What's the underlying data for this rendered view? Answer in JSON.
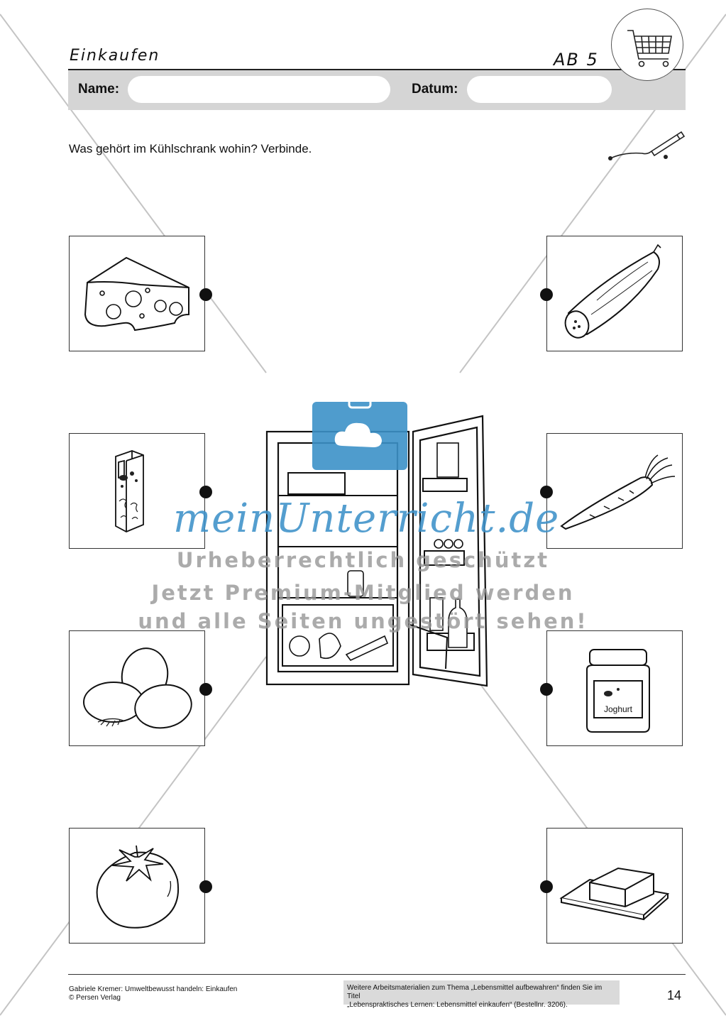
{
  "header": {
    "title": "Einkaufen",
    "sheet_label": "AB 5",
    "name_label": "Name:",
    "date_label": "Datum:",
    "name_value": "",
    "date_value": ""
  },
  "instruction": "Was gehört im Kühlschrank wohin? Verbinde.",
  "watermark": {
    "domain": "meinUnterricht.de",
    "line1": "Urheberrechtlich geschützt",
    "line2": "Jetzt Premium-Mitglied werden",
    "line3": "und alle Seiten ungestört sehen!",
    "color": "#3c91c8"
  },
  "items_left": [
    {
      "icon": "cheese-icon"
    },
    {
      "icon": "milk-carton-icon"
    },
    {
      "icon": "eggs-icon"
    },
    {
      "icon": "tomato-icon"
    }
  ],
  "items_right": [
    {
      "icon": "cucumber-icon"
    },
    {
      "icon": "carrot-icon"
    },
    {
      "icon": "yogurt-jar-icon",
      "label": "Joghurt"
    },
    {
      "icon": "butter-icon"
    }
  ],
  "fridge": {
    "icon": "open-fridge-icon"
  },
  "footer": {
    "author_line": "Gabriele Kremer: Umweltbewusst handeln: Einkaufen",
    "publisher_line": "© Persen Verlag",
    "info_line1": "Weitere Arbeitsmaterialien zum Thema „Lebensmittel aufbewahren“ finden Sie im Titel",
    "info_line2": "„Lebenspraktisches Lernen: Lebensmittel einkaufen“ (Bestellnr. 3206).",
    "page_number": "14"
  }
}
